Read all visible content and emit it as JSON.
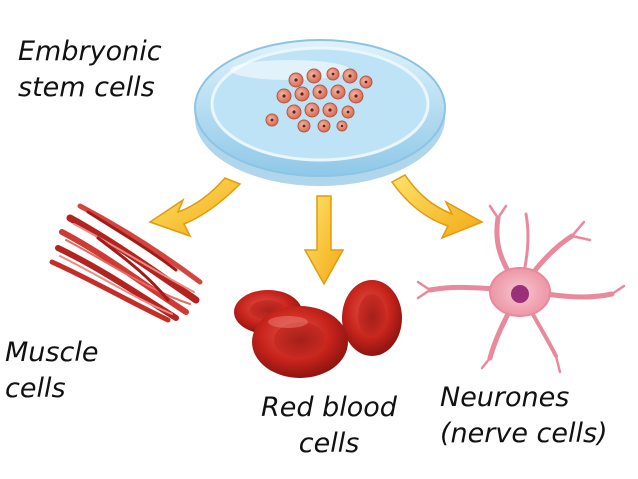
{
  "labels": {
    "stem": [
      "Embryonic",
      "stem cells"
    ],
    "muscle": [
      "Muscle",
      "cells"
    ],
    "rbc": [
      "Red blood",
      "cells"
    ],
    "neuron": [
      "Neurones",
      "(nerve cells)"
    ]
  },
  "colors": {
    "dish": "#a9d6ee",
    "dish_rim": "#cfeaf8",
    "arrow": "#f6c21a",
    "arrow_edge": "#e39a0c",
    "muscle": "#c9302c",
    "rbc": "#c8241c",
    "neuron": "#f2a9b4",
    "nucleus": "#9a2f7a"
  },
  "icons": [
    "petri-dish-icon",
    "muscle-fiber-icon",
    "red-blood-cell-icon",
    "neuron-icon",
    "arrow-icon"
  ]
}
